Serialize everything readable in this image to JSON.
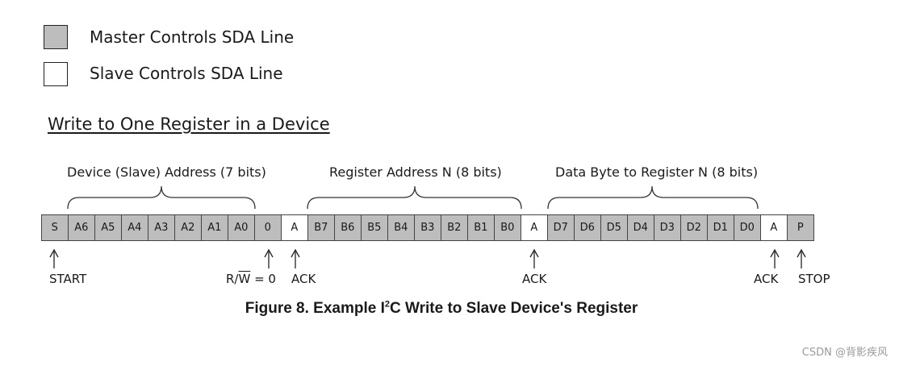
{
  "legend": {
    "master": {
      "label": "Master Controls SDA Line",
      "color": "#bdbdbd"
    },
    "slave": {
      "label": "Slave Controls SDA Line",
      "color": "#ffffff"
    }
  },
  "section_title": "Write to One Register in a Device",
  "groups": {
    "device_address": "Device (Slave) Address (7 bits)",
    "register_address": "Register Address N (8 bits)",
    "data_byte": "Data Byte to Register N (8 bits)"
  },
  "bits": [
    {
      "label": "S",
      "owner": "master"
    },
    {
      "label": "A6",
      "owner": "master"
    },
    {
      "label": "A5",
      "owner": "master"
    },
    {
      "label": "A4",
      "owner": "master"
    },
    {
      "label": "A3",
      "owner": "master"
    },
    {
      "label": "A2",
      "owner": "master"
    },
    {
      "label": "A1",
      "owner": "master"
    },
    {
      "label": "A0",
      "owner": "master"
    },
    {
      "label": "0",
      "owner": "master"
    },
    {
      "label": "A",
      "owner": "slave"
    },
    {
      "label": "B7",
      "owner": "master"
    },
    {
      "label": "B6",
      "owner": "master"
    },
    {
      "label": "B5",
      "owner": "master"
    },
    {
      "label": "B4",
      "owner": "master"
    },
    {
      "label": "B3",
      "owner": "master"
    },
    {
      "label": "B2",
      "owner": "master"
    },
    {
      "label": "B1",
      "owner": "master"
    },
    {
      "label": "B0",
      "owner": "master"
    },
    {
      "label": "A",
      "owner": "slave"
    },
    {
      "label": "D7",
      "owner": "master"
    },
    {
      "label": "D6",
      "owner": "master"
    },
    {
      "label": "D5",
      "owner": "master"
    },
    {
      "label": "D4",
      "owner": "master"
    },
    {
      "label": "D3",
      "owner": "master"
    },
    {
      "label": "D2",
      "owner": "master"
    },
    {
      "label": "D1",
      "owner": "master"
    },
    {
      "label": "D0",
      "owner": "master"
    },
    {
      "label": "A",
      "owner": "slave"
    },
    {
      "label": "P",
      "owner": "master"
    }
  ],
  "markers": {
    "start": "START",
    "rw_prefix": "R/",
    "rw_bar": "W",
    "rw_suffix": " = 0",
    "ack1": "ACK",
    "ack2": "ACK",
    "ack3": "ACK",
    "stop": "STOP"
  },
  "caption": {
    "prefix": "Figure 8. Example I",
    "sup": "2",
    "suffix": "C Write to Slave Device's Register"
  },
  "watermark": "CSDN @背影疾风"
}
